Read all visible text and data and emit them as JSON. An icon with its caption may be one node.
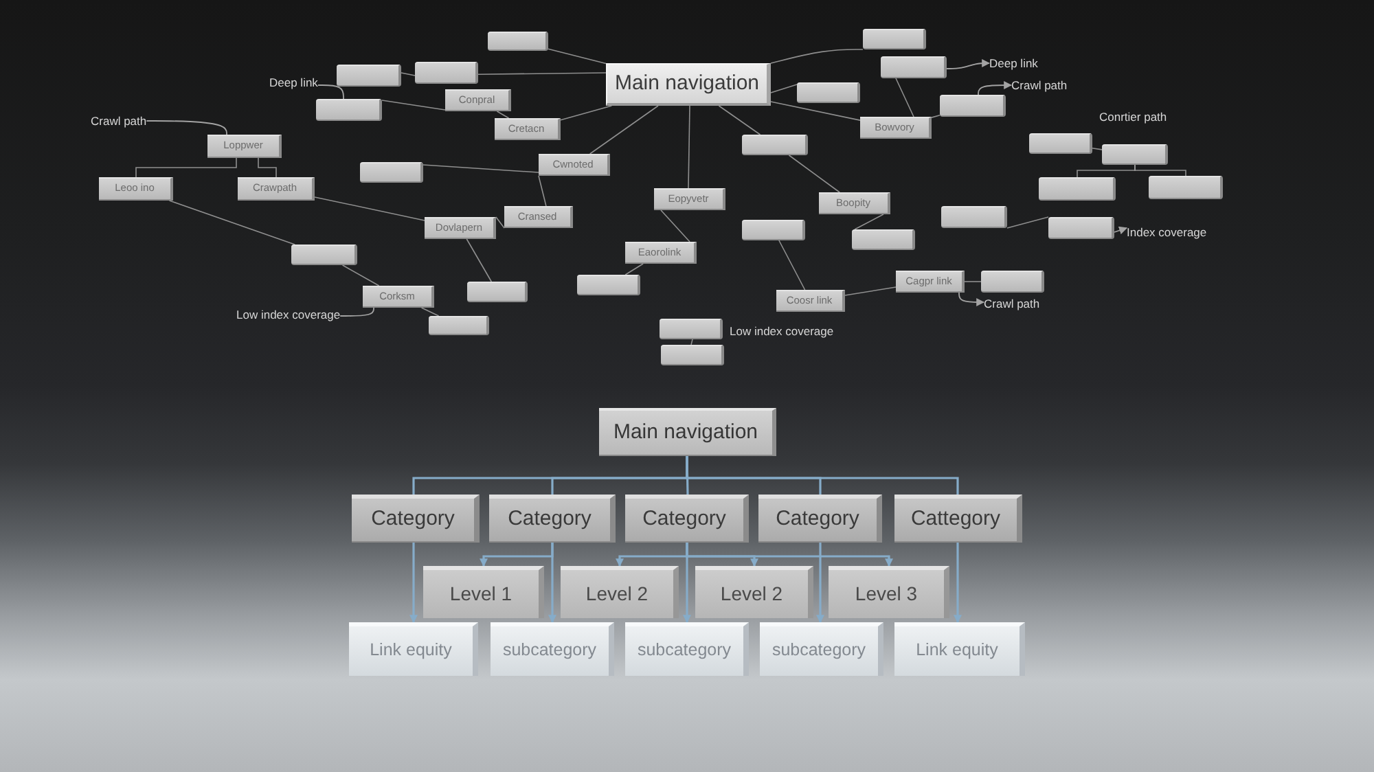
{
  "diagram": {
    "nodes": [
      {
        "text": [
          "Main navigation"
        ]
      },
      {
        "text": [
          "Deep link"
        ]
      },
      {
        "text": [
          "Crawl path"
        ]
      },
      {
        "text": [
          "Low index coverage"
        ]
      },
      {
        "text": [
          "Deep link"
        ]
      },
      {
        "text": [
          "Crawl path"
        ]
      },
      {
        "text": [
          "Index coverage"
        ]
      },
      {
        "text": [
          "Crawl path"
        ]
      },
      {
        "text": [
          "Loppwer"
        ]
      },
      {
        "text": [
          "Leoo ino"
        ]
      },
      {
        "text": [
          "Crawpath"
        ]
      },
      {
        "text": [],
        "shape": "box"
      },
      {
        "text": [],
        "shape": "box"
      },
      {
        "text": [],
        "shape": "box"
      },
      {
        "text": [
          "Conpral"
        ]
      },
      {
        "text": [
          "Cretacn"
        ]
      },
      {
        "text": [
          "Cwnoted"
        ]
      },
      {
        "text": [
          "Cransed"
        ]
      },
      {
        "text": [
          "Eopyvetr"
        ]
      },
      {
        "text": [
          "Dovlapern"
        ]
      },
      {
        "text": [
          "Corksm"
        ]
      },
      {
        "text": [],
        "shape": "box"
      },
      {
        "text": [],
        "shape": "box"
      },
      {
        "text": [
          "Eaorolink"
        ]
      },
      {
        "text": [],
        "shape": "box"
      },
      {
        "text": [],
        "shape": "box"
      },
      {
        "text": [
          "Coosr link"
        ]
      },
      {
        "text": [
          "Boopity"
        ]
      },
      {
        "text": [
          "Bowvory"
        ]
      },
      {
        "text": [],
        "shape": "box"
      },
      {
        "text": [],
        "shape": "box"
      },
      {
        "text": [],
        "shape": "box"
      },
      {
        "text": [],
        "shape": "box"
      },
      {
        "text": [],
        "shape": "box"
      },
      {
        "text": [],
        "shape": "box"
      },
      {
        "text": [],
        "shape": "box"
      },
      {
        "text": [],
        "shape": "box"
      },
      {
        "text": [
          "Cagpr link"
        ]
      },
      {
        "text": [],
        "shape": "box"
      },
      {
        "text": [],
        "shape": "box"
      },
      {
        "text": [],
        "shape": "box"
      },
      {
        "text": [],
        "shape": "box"
      },
      {
        "text": [],
        "shape": "box"
      },
      {
        "text": [],
        "shape": "box"
      },
      {
        "text": [],
        "shape": "box"
      },
      {
        "text": [],
        "shape": "box"
      },
      {
        "text": [],
        "shape": "box"
      },
      {
        "text": [],
        "shape": "box"
      },
      {
        "text": [
          "Main navigation"
        ]
      },
      {
        "text": [
          "Category"
        ]
      },
      {
        "text": [
          "Category"
        ]
      },
      {
        "text": [
          "Category"
        ]
      },
      {
        "text": [
          "Category"
        ]
      },
      {
        "text": [
          "Cattegory"
        ]
      },
      {
        "text": [
          "Level 1"
        ]
      },
      {
        "text": [
          "Level 2"
        ]
      },
      {
        "text": [
          "Level 2"
        ]
      },
      {
        "text": [
          "Level 3"
        ]
      },
      {
        "text": [
          "Link equity"
        ]
      },
      {
        "text": [
          "subcategory"
        ]
      },
      {
        "text": [
          "subcategory"
        ]
      },
      {
        "text": [
          "subcategory"
        ]
      },
      {
        "text": [
          "Link equity"
        ]
      }
    ],
    "edges": [
      {
        "from": 2,
        "to": 8,
        "arrow": "none"
      },
      {
        "from": 1,
        "to": 11,
        "arrow": "none"
      },
      {
        "from": 3,
        "to": 20,
        "arrow": "none"
      },
      {
        "from": 30,
        "to": 4,
        "arrow": "to"
      },
      {
        "from": 31,
        "to": 5,
        "arrow": "to"
      },
      {
        "from": 36,
        "to": 6,
        "arrow": "to"
      },
      {
        "from": 37,
        "to": 7,
        "arrow": "to"
      },
      {
        "from": 8,
        "to": 9,
        "arrow": "none"
      },
      {
        "from": 8,
        "to": 10,
        "arrow": "none"
      },
      {
        "from": 0,
        "to": 16,
        "arrow": "none"
      },
      {
        "from": 0,
        "to": 18,
        "arrow": "none"
      },
      {
        "from": 18,
        "to": 23,
        "arrow": "none"
      },
      {
        "from": 0,
        "to": 44,
        "arrow": "none"
      },
      {
        "from": 0,
        "to": 15,
        "arrow": "none"
      },
      {
        "from": 0,
        "to": 28,
        "arrow": "none"
      },
      {
        "from": 0,
        "to": 13,
        "arrow": "none"
      },
      {
        "from": 22,
        "to": 0,
        "arrow": "none"
      },
      {
        "from": 0,
        "to": 29,
        "arrow": "none"
      },
      {
        "from": 10,
        "to": 19,
        "arrow": "none"
      },
      {
        "from": 9,
        "to": 21,
        "arrow": "none"
      },
      {
        "from": 21,
        "to": 20,
        "arrow": "none"
      },
      {
        "from": 40,
        "to": 19,
        "arrow": "none"
      },
      {
        "from": 41,
        "to": 20,
        "arrow": "none"
      },
      {
        "from": 33,
        "to": 34,
        "arrow": "none"
      },
      {
        "from": 33,
        "to": 35,
        "arrow": "none"
      },
      {
        "from": 32,
        "to": 33,
        "arrow": "none"
      },
      {
        "from": 30,
        "to": 28,
        "arrow": "none"
      },
      {
        "from": 42,
        "to": 36,
        "arrow": "none"
      },
      {
        "from": 38,
        "to": 37,
        "arrow": "none"
      },
      {
        "from": 26,
        "to": 37,
        "arrow": "none"
      },
      {
        "from": 25,
        "to": 24,
        "arrow": "none"
      },
      {
        "from": 17,
        "to": 19,
        "arrow": "none"
      },
      {
        "from": 16,
        "to": 17,
        "arrow": "none"
      },
      {
        "from": 11,
        "to": 14,
        "arrow": "none"
      },
      {
        "from": 12,
        "to": 13,
        "arrow": "none"
      },
      {
        "from": 39,
        "to": 27,
        "arrow": "none"
      },
      {
        "from": 47,
        "to": 26,
        "arrow": "none"
      },
      {
        "from": 46,
        "to": 23,
        "arrow": "none"
      },
      {
        "from": 44,
        "to": 27,
        "arrow": "none"
      },
      {
        "from": 28,
        "to": 31,
        "arrow": "none"
      },
      {
        "from": 0,
        "to": 45,
        "arrow": "none"
      },
      {
        "from": 43,
        "to": 16,
        "arrow": "none"
      },
      {
        "from": 14,
        "to": 15,
        "arrow": "none"
      },
      {
        "from": 48,
        "to": 49,
        "arrow": "none",
        "color": "#86acc9"
      },
      {
        "from": 48,
        "to": 50,
        "arrow": "none",
        "color": "#86acc9"
      },
      {
        "from": 48,
        "to": 51,
        "arrow": "none",
        "color": "#86acc9"
      },
      {
        "from": 48,
        "to": 52,
        "arrow": "none",
        "color": "#86acc9"
      },
      {
        "from": 48,
        "to": 53,
        "arrow": "none",
        "color": "#86acc9"
      },
      {
        "from": 49,
        "to": 58,
        "arrow": "to",
        "color": "#86acc9"
      },
      {
        "from": 50,
        "to": 54,
        "arrow": "to",
        "color": "#86acc9"
      },
      {
        "from": 50,
        "to": 59,
        "arrow": "to",
        "color": "#86acc9"
      },
      {
        "from": 51,
        "to": 55,
        "arrow": "to",
        "color": "#86acc9"
      },
      {
        "from": 51,
        "to": 56,
        "arrow": "to",
        "color": "#86acc9"
      },
      {
        "from": 51,
        "to": 57,
        "arrow": "to",
        "color": "#86acc9"
      },
      {
        "from": 51,
        "to": 60,
        "arrow": "to",
        "color": "#86acc9"
      },
      {
        "from": 52,
        "to": 61,
        "arrow": "to",
        "color": "#86acc9"
      },
      {
        "from": 53,
        "to": 62,
        "arrow": "to",
        "color": "#86acc9"
      }
    ],
    "labels": [
      "Conrtier path",
      "Low index coverage"
    ]
  }
}
